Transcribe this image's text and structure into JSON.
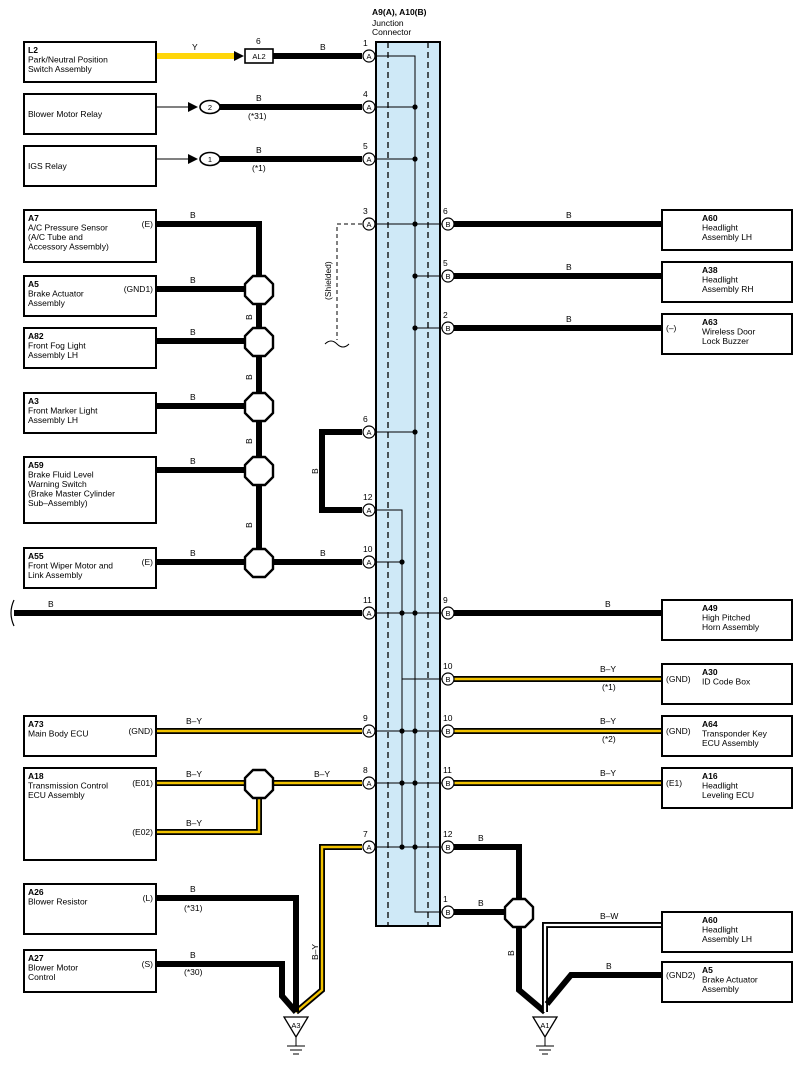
{
  "junction": {
    "code": "A9(A), A10(B)",
    "name": "Junction Connector"
  },
  "components": {
    "l2": {
      "code": "L2",
      "lines": [
        "Park/Neutral Position",
        "Switch Assembly"
      ]
    },
    "blower_relay": {
      "code": "",
      "lines": [
        "Blower Motor Relay"
      ]
    },
    "igs_relay": {
      "code": "",
      "lines": [
        "IGS Relay"
      ]
    },
    "a7": {
      "code": "A7",
      "lines": [
        "A/C Pressure Sensor",
        "(A/C Tube and",
        " Accessory Assembly)"
      ],
      "pin": "(E)"
    },
    "a5": {
      "code": "A5",
      "lines": [
        "Brake Actuator",
        "Assembly"
      ],
      "pin": "(GND1)"
    },
    "a82": {
      "code": "A82",
      "lines": [
        "Front Fog Light",
        "Assembly LH"
      ]
    },
    "a3": {
      "code": "A3",
      "lines": [
        "Front Marker Light",
        "Assembly LH"
      ]
    },
    "a59": {
      "code": "A59",
      "lines": [
        "Brake Fluid Level",
        "Warning Switch",
        "(Brake Master Cylinder",
        " Sub–Assembly)"
      ]
    },
    "a55": {
      "code": "A55",
      "lines": [
        "Front Wiper Motor and",
        "Link Assembly"
      ],
      "pin": "(E)"
    },
    "a73": {
      "code": "A73",
      "lines": [
        "Main Body ECU"
      ],
      "pin": "(GND)"
    },
    "a18": {
      "code": "A18",
      "lines": [
        "Transmission Control",
        "ECU Assembly"
      ],
      "pin": "(E01)",
      "pin2": "(E02)"
    },
    "a26": {
      "code": "A26",
      "lines": [
        "Blower Resistor"
      ],
      "pin": "(L)"
    },
    "a27": {
      "code": "A27",
      "lines": [
        "Blower Motor",
        "Control"
      ],
      "pin": "(S)"
    },
    "a60_top": {
      "code": "A60",
      "lines": [
        "Headlight",
        "Assembly LH"
      ]
    },
    "a38": {
      "code": "A38",
      "lines": [
        "Headlight",
        "Assembly RH"
      ]
    },
    "a63": {
      "code": "A63",
      "lines": [
        "Wireless Door",
        "Lock Buzzer"
      ],
      "pin": "(–)"
    },
    "a49": {
      "code": "A49",
      "lines": [
        "High Pitched",
        "Horn Assembly"
      ]
    },
    "a30": {
      "code": "A30",
      "lines": [
        "ID Code Box"
      ],
      "pin": "(GND)"
    },
    "a64": {
      "code": "A64",
      "lines": [
        "Transponder Key",
        "ECU Assembly"
      ],
      "pin": "(GND)"
    },
    "a16": {
      "code": "A16",
      "lines": [
        "Headlight",
        "Leveling ECU"
      ],
      "pin": "(E1)"
    },
    "a60_bot": {
      "code": "A60",
      "lines": [
        "Headlight",
        "Assembly LH"
      ]
    },
    "a5_bot": {
      "code": "A5",
      "lines": [
        "Brake Actuator",
        "Assembly"
      ],
      "pin": "(GND2)"
    }
  },
  "wires": {
    "Y": "Y",
    "B": "B",
    "BY": "B–Y",
    "BW": "B–W",
    "note31": "(*31)",
    "note1": "(*1)",
    "note2": "(*2)",
    "note30": "(*30)",
    "shielded": "(Shielded)"
  },
  "connectors": {
    "al2": "AL2",
    "al2_pin": "6",
    "c2": "2",
    "c1": "1"
  },
  "pins_left": [
    {
      "num": "1",
      "letter": "A"
    },
    {
      "num": "4",
      "letter": "A"
    },
    {
      "num": "5",
      "letter": "A"
    },
    {
      "num": "3",
      "letter": "A"
    },
    {
      "num": "6",
      "letter": "A"
    },
    {
      "num": "12",
      "letter": "A"
    },
    {
      "num": "10",
      "letter": "A"
    },
    {
      "num": "11",
      "letter": "A"
    },
    {
      "num": "9",
      "letter": "A"
    },
    {
      "num": "8",
      "letter": "A"
    },
    {
      "num": "7",
      "letter": "A"
    }
  ],
  "pins_right": [
    {
      "num": "6",
      "letter": "B"
    },
    {
      "num": "5",
      "letter": "B"
    },
    {
      "num": "2",
      "letter": "B"
    },
    {
      "num": "9",
      "letter": "B"
    },
    {
      "num": "10",
      "letter": "B"
    },
    {
      "num": "10",
      "letter": "B"
    },
    {
      "num": "11",
      "letter": "B"
    },
    {
      "num": "12",
      "letter": "B"
    },
    {
      "num": "1",
      "letter": "B"
    }
  ],
  "grounds": {
    "a3": "A3",
    "a1": "A1"
  }
}
